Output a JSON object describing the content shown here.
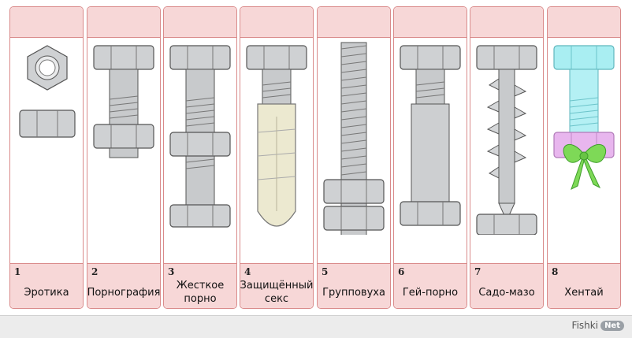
{
  "panels": [
    {
      "number": "1",
      "caption": "Эротика"
    },
    {
      "number": "2",
      "caption": "Порнография"
    },
    {
      "number": "3",
      "caption": "Жесткое порно"
    },
    {
      "number": "4",
      "caption": "Защищённый секс"
    },
    {
      "number": "5",
      "caption": "Групповуха"
    },
    {
      "number": "6",
      "caption": "Гей-порно"
    },
    {
      "number": "7",
      "caption": "Садо-мазо"
    },
    {
      "number": "8",
      "caption": "Хентай"
    }
  ],
  "footer": {
    "brand_name": "Fishki",
    "brand_badge": "Net"
  },
  "colors": {
    "panel_accent": "#f7d7d7",
    "panel_border": "#d98a8a",
    "metal": "#c8cacc",
    "anchor": "#ece9d0",
    "hentai_bolt": "#a9eef2",
    "hentai_nut": "#e8b6ee",
    "bow": "#7ed957"
  }
}
